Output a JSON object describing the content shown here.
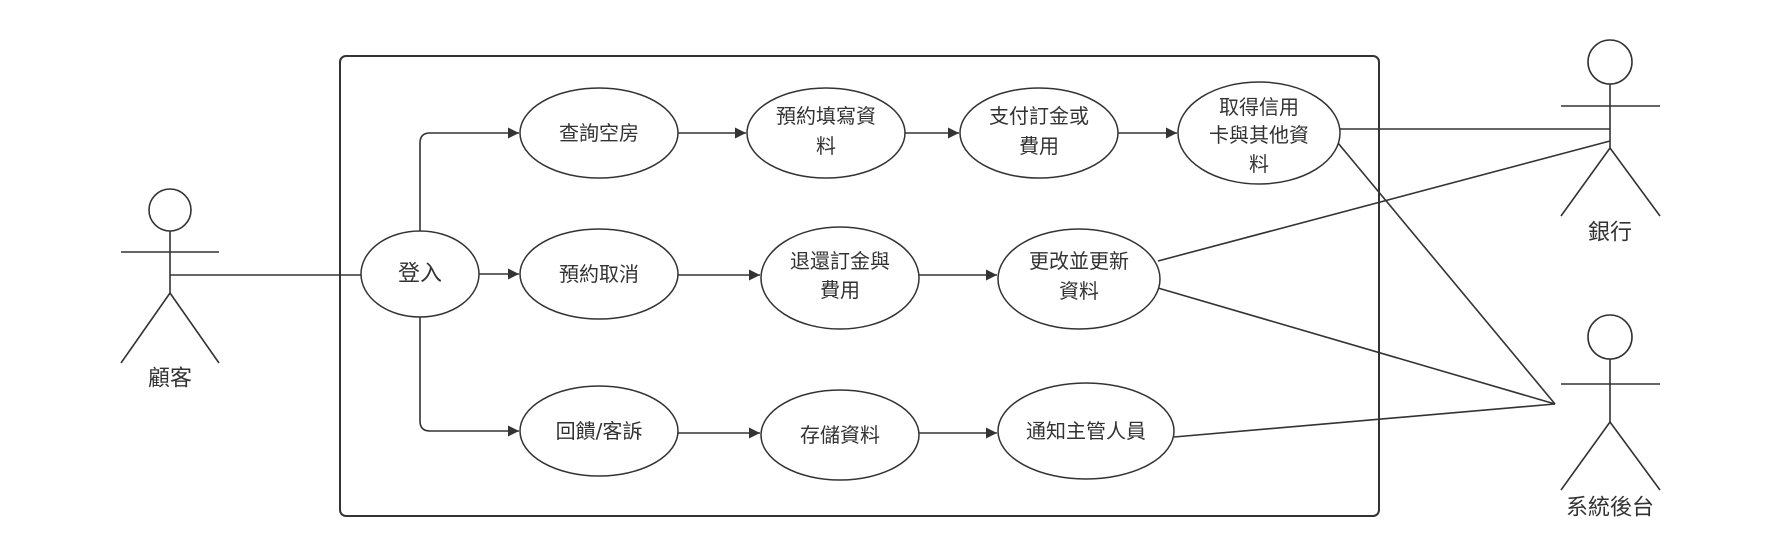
{
  "actors": {
    "customer": "顧客",
    "bank": "銀行",
    "backend": "系統後台"
  },
  "use_cases": {
    "login": [
      "登入"
    ],
    "search_rooms": [
      "查詢空房"
    ],
    "fill_booking": [
      "預約填寫資",
      "料"
    ],
    "pay_deposit": [
      "支付訂金或",
      "費用"
    ],
    "get_card_info": [
      "取得信用",
      "卡與其他資",
      "料"
    ],
    "cancel_booking": [
      "預約取消"
    ],
    "refund": [
      "退還訂金與",
      "費用"
    ],
    "update_data": [
      "更改並更新",
      "資料"
    ],
    "feedback": [
      "回饋/客訴"
    ],
    "store_data": [
      "存儲資料"
    ],
    "notify_manager": [
      "通知主管人員"
    ]
  },
  "colors": {
    "stroke": "#333333",
    "background": "#ffffff",
    "text": "#333333"
  }
}
